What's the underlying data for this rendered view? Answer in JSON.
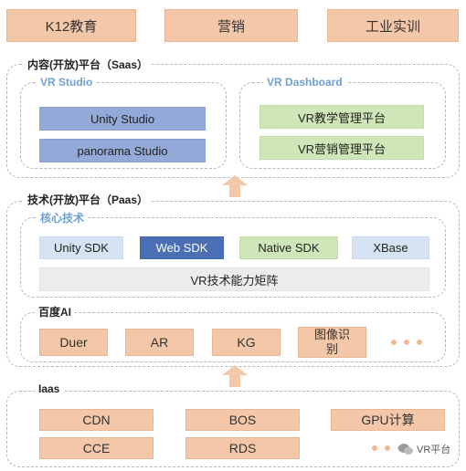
{
  "top_boxes": [
    "K12教育",
    "营销",
    "工业实训"
  ],
  "saas": {
    "label": "内容(开放)平台（Saas）",
    "studio": {
      "label": "VR Studio",
      "items": [
        "Unity Studio",
        "panorama Studio"
      ]
    },
    "dashboard": {
      "label": "VR Dashboard",
      "items": [
        "VR教学管理平台",
        "VR营销管理平台"
      ]
    }
  },
  "paas": {
    "label": "技术(开放)平台（Paas）",
    "core": {
      "label": "核心技术",
      "sdks": [
        "Unity SDK",
        "Web SDK",
        "Native SDK",
        "XBase"
      ],
      "matrix": "VR技术能力矩阵"
    },
    "ai": {
      "label": "百度AI",
      "items": [
        "Duer",
        "AR",
        "KG",
        "图像识别"
      ]
    }
  },
  "iaas": {
    "label": "Iaas",
    "items": [
      "CDN",
      "BOS",
      "GPU计算",
      "CCE",
      "RDS"
    ]
  },
  "watermark": "VR平台",
  "colors": {
    "peach": "#f4c7a8",
    "blue": "#93a9d8",
    "green": "#cfe6b8",
    "light_blue": "#d5e3f3",
    "dark_blue": "#4a6fb5",
    "grey": "#ececec",
    "arrow": "#f4c7a8",
    "sub_label": "#6fa0d6"
  },
  "icons": [
    "up-arrow-icon",
    "ellipsis-icon",
    "wechat-icon"
  ]
}
